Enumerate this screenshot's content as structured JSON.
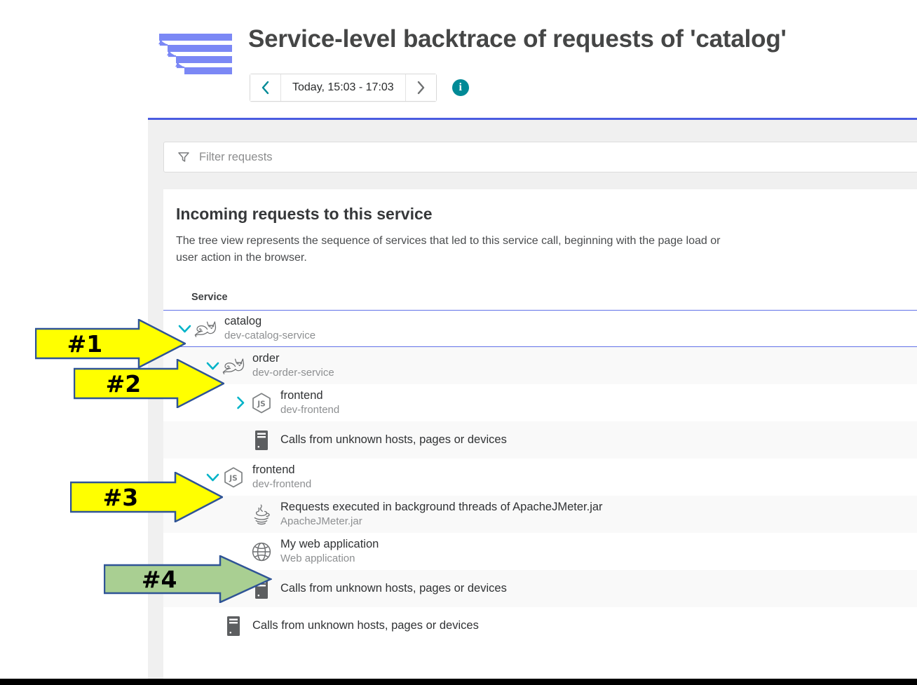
{
  "header": {
    "title": "Service-level backtrace of requests of 'catalog'",
    "icon_name": "backtrace-waterfall-icon",
    "timeframe": {
      "prev_label": "‹",
      "value": "Today, 15:03 - 17:03",
      "next_label": "›"
    },
    "info_label": "i"
  },
  "filter": {
    "placeholder": "Filter requests",
    "value": "",
    "icon_name": "funnel-icon"
  },
  "card": {
    "title": "Incoming requests to this service",
    "description": "The tree view represents the sequence of services that led to this service call, beginning with the page load or user action in the browser.",
    "column_header": "Service"
  },
  "tree": {
    "rows": [
      {
        "name": "catalog",
        "sub": "dev-catalog-service",
        "icon": "tomcat-cat-icon",
        "chevron": "down",
        "indent": 0,
        "selected": true,
        "striped": false
      },
      {
        "name": "order",
        "sub": "dev-order-service",
        "icon": "tomcat-cat-icon",
        "chevron": "down",
        "indent": 1,
        "selected": false,
        "striped": true
      },
      {
        "name": "frontend",
        "sub": "dev-frontend",
        "icon": "nodejs-js-icon",
        "chevron": "right",
        "indent": 2,
        "selected": false,
        "striped": false
      },
      {
        "name": "Calls from unknown hosts, pages or devices",
        "sub": "",
        "icon": "server-tower-icon",
        "chevron": "none",
        "indent": 2,
        "selected": false,
        "striped": true
      },
      {
        "name": "frontend",
        "sub": "dev-frontend",
        "icon": "nodejs-js-icon",
        "chevron": "down",
        "indent": 1,
        "selected": false,
        "striped": false
      },
      {
        "name": "Requests executed in background threads of ApacheJMeter.jar",
        "sub": "ApacheJMeter.jar",
        "icon": "java-coffee-icon",
        "chevron": "none",
        "indent": 2,
        "selected": false,
        "striped": true
      },
      {
        "name": "My web application",
        "sub": "Web application",
        "icon": "globe-icon",
        "chevron": "none",
        "indent": 2,
        "selected": false,
        "striped": false
      },
      {
        "name": "Calls from unknown hosts, pages or devices",
        "sub": "",
        "icon": "server-tower-icon",
        "chevron": "none",
        "indent": 2,
        "selected": false,
        "striped": true
      },
      {
        "name": "Calls from unknown hosts, pages or devices",
        "sub": "",
        "icon": "server-tower-icon",
        "chevron": "none",
        "indent": 1,
        "selected": false,
        "striped": false
      }
    ]
  },
  "callouts": [
    {
      "label": "#1",
      "fill": "#ffff00",
      "stroke": "#2f5496"
    },
    {
      "label": "#2",
      "fill": "#ffff00",
      "stroke": "#2f5496"
    },
    {
      "label": "#3",
      "fill": "#ffff00",
      "stroke": "#2f5496"
    },
    {
      "label": "#4",
      "fill": "#a9cf92",
      "stroke": "#2f5496"
    }
  ],
  "colors": {
    "accent_blue": "#4a5ce0",
    "teal": "#008a96",
    "chevron_cyan": "#00b3c8",
    "selected_border": "#6272e8",
    "stripe": "#f9f9f9",
    "panel_bg": "#f0f0f0"
  }
}
